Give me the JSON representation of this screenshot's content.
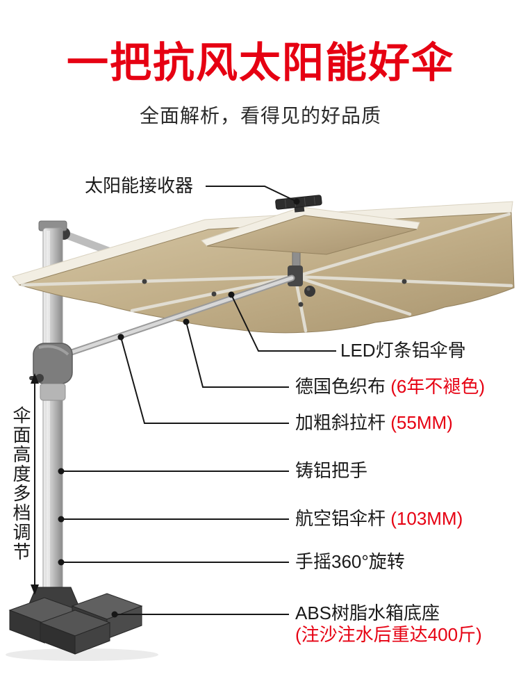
{
  "header": {
    "title": "一把抗风太阳能好伞",
    "subtitle": "全面解析，看得见的好品质"
  },
  "left_annotation": {
    "text": "伞面高度多档调节"
  },
  "callouts": {
    "top": {
      "text": "太阳能接收器"
    },
    "right": [
      {
        "text": "LED灯条铝伞骨",
        "highlight": ""
      },
      {
        "text": "德国色织布 ",
        "highlight": "(6年不褪色)"
      },
      {
        "text": "加粗斜拉杆 ",
        "highlight": "(55MM)"
      },
      {
        "text": "铸铝把手",
        "highlight": ""
      },
      {
        "text": "航空铝伞杆 ",
        "highlight": "(103MM)"
      },
      {
        "text": "手摇360°旋转",
        "highlight": ""
      },
      {
        "text": "ABS树脂水箱底座",
        "highlight": "",
        "line2": "(注沙注水后重达400斤)"
      }
    ]
  },
  "colors": {
    "accent_red": "#e60012",
    "text_dark": "#1a1a1a",
    "canopy_tan": "#c0ad87",
    "canopy_top_white": "#f2eee3",
    "frame_silver": "#c9c9c9",
    "base_gray": "#4a4a4a"
  }
}
